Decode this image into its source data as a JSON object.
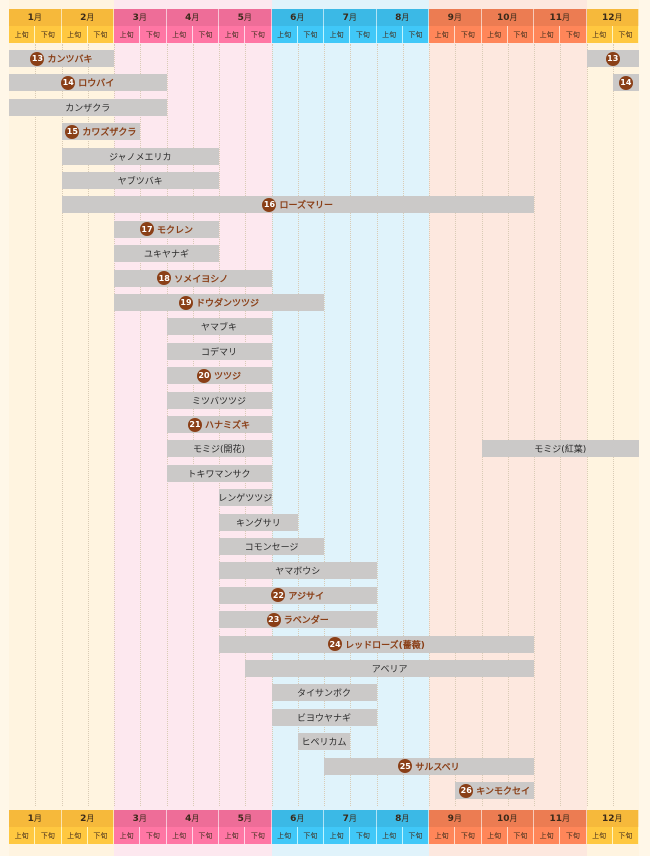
{
  "months": [
    "1",
    "2",
    "3",
    "4",
    "5",
    "6",
    "7",
    "8",
    "9",
    "10",
    "11",
    "12"
  ],
  "month_suffix": "月",
  "halves": [
    "上旬",
    "下旬"
  ],
  "season_colors": {
    "winter": {
      "header": "#f6b93b",
      "bg": "#fff4e0"
    },
    "spring": {
      "header": "#ee6d98",
      "bg": "#fde8ef"
    },
    "summer": {
      "header": "#3bb9e6",
      "bg": "#e0f3fb"
    },
    "autumn": {
      "header": "#ec7c52",
      "bg": "#fde8df"
    }
  },
  "chart_data": {
    "type": "gantt",
    "title": "",
    "x_unit": "half-month period (1 = 1月上旬 … 24 = 12月下旬)",
    "rows": [
      {
        "name": "カンツバキ",
        "badge": "13",
        "brown": true,
        "spans": [
          {
            "start": 1,
            "end": 4
          },
          {
            "start": 23,
            "end": 24,
            "badge_only": true
          }
        ]
      },
      {
        "name": "ロウバイ",
        "badge": "14",
        "brown": true,
        "spans": [
          {
            "start": 1,
            "end": 6
          },
          {
            "start": 24,
            "end": 24,
            "badge_only": true
          }
        ]
      },
      {
        "name": "カンザクラ",
        "badge": "",
        "brown": false,
        "spans": [
          {
            "start": 1,
            "end": 6
          }
        ]
      },
      {
        "name": "カワズザクラ",
        "badge": "15",
        "brown": true,
        "spans": [
          {
            "start": 3,
            "end": 5
          }
        ]
      },
      {
        "name": "ジャノメエリカ",
        "badge": "",
        "brown": false,
        "spans": [
          {
            "start": 3,
            "end": 8
          }
        ]
      },
      {
        "name": "ヤブツバキ",
        "badge": "",
        "brown": false,
        "spans": [
          {
            "start": 3,
            "end": 8
          }
        ]
      },
      {
        "name": "ローズマリー",
        "badge": "16",
        "brown": true,
        "spans": [
          {
            "start": 3,
            "end": 20
          }
        ]
      },
      {
        "name": "モクレン",
        "badge": "17",
        "brown": true,
        "spans": [
          {
            "start": 5,
            "end": 8
          }
        ]
      },
      {
        "name": "ユキヤナギ",
        "badge": "",
        "brown": false,
        "spans": [
          {
            "start": 5,
            "end": 8
          }
        ]
      },
      {
        "name": "ソメイヨシノ",
        "badge": "18",
        "brown": true,
        "spans": [
          {
            "start": 5,
            "end": 10
          }
        ]
      },
      {
        "name": "ドウダンツツジ",
        "badge": "19",
        "brown": true,
        "spans": [
          {
            "start": 5,
            "end": 12
          }
        ]
      },
      {
        "name": "ヤマブキ",
        "badge": "",
        "brown": false,
        "spans": [
          {
            "start": 7,
            "end": 10
          }
        ]
      },
      {
        "name": "コデマリ",
        "badge": "",
        "brown": false,
        "spans": [
          {
            "start": 7,
            "end": 10
          }
        ]
      },
      {
        "name": "ツツジ",
        "badge": "20",
        "brown": true,
        "spans": [
          {
            "start": 7,
            "end": 10
          }
        ]
      },
      {
        "name": "ミツバツツジ",
        "badge": "",
        "brown": false,
        "spans": [
          {
            "start": 7,
            "end": 10
          }
        ]
      },
      {
        "name": "ハナミズキ",
        "badge": "21",
        "brown": true,
        "spans": [
          {
            "start": 7,
            "end": 10
          }
        ]
      },
      {
        "name": "モミジ(開花)",
        "badge": "",
        "brown": false,
        "spans": [
          {
            "start": 7,
            "end": 10
          }
        ],
        "extra": {
          "name": "モミジ(紅葉)",
          "start": 19,
          "end": 24
        }
      },
      {
        "name": "トキワマンサク",
        "badge": "",
        "brown": false,
        "spans": [
          {
            "start": 7,
            "end": 10
          }
        ]
      },
      {
        "name": "レンゲツツジ",
        "badge": "",
        "brown": false,
        "spans": [
          {
            "start": 9,
            "end": 10
          }
        ]
      },
      {
        "name": "キングサリ",
        "badge": "",
        "brown": false,
        "spans": [
          {
            "start": 9,
            "end": 11
          }
        ]
      },
      {
        "name": "コモンセージ",
        "badge": "",
        "brown": false,
        "spans": [
          {
            "start": 9,
            "end": 12
          }
        ]
      },
      {
        "name": "ヤマボウシ",
        "badge": "",
        "brown": false,
        "spans": [
          {
            "start": 9,
            "end": 14
          }
        ]
      },
      {
        "name": "アジサイ",
        "badge": "22",
        "brown": true,
        "spans": [
          {
            "start": 9,
            "end": 14
          }
        ]
      },
      {
        "name": "ラベンダー",
        "badge": "23",
        "brown": true,
        "spans": [
          {
            "start": 9,
            "end": 14
          }
        ]
      },
      {
        "name": "レッドローズ(薔薇)",
        "badge": "24",
        "brown": true,
        "spans": [
          {
            "start": 9,
            "end": 20
          }
        ]
      },
      {
        "name": "アベリア",
        "badge": "",
        "brown": false,
        "spans": [
          {
            "start": 10,
            "end": 20
          }
        ]
      },
      {
        "name": "タイサンボク",
        "badge": "",
        "brown": false,
        "spans": [
          {
            "start": 11,
            "end": 14
          }
        ]
      },
      {
        "name": "ビヨウヤナギ",
        "badge": "",
        "brown": false,
        "spans": [
          {
            "start": 11,
            "end": 14
          }
        ]
      },
      {
        "name": "ヒペリカム",
        "badge": "",
        "brown": false,
        "spans": [
          {
            "start": 12,
            "end": 13
          }
        ]
      },
      {
        "name": "サルスベリ",
        "badge": "25",
        "brown": true,
        "spans": [
          {
            "start": 13,
            "end": 20
          }
        ]
      },
      {
        "name": "キンモクセイ",
        "badge": "26",
        "brown": true,
        "spans": [
          {
            "start": 18,
            "end": 20
          }
        ]
      }
    ]
  }
}
